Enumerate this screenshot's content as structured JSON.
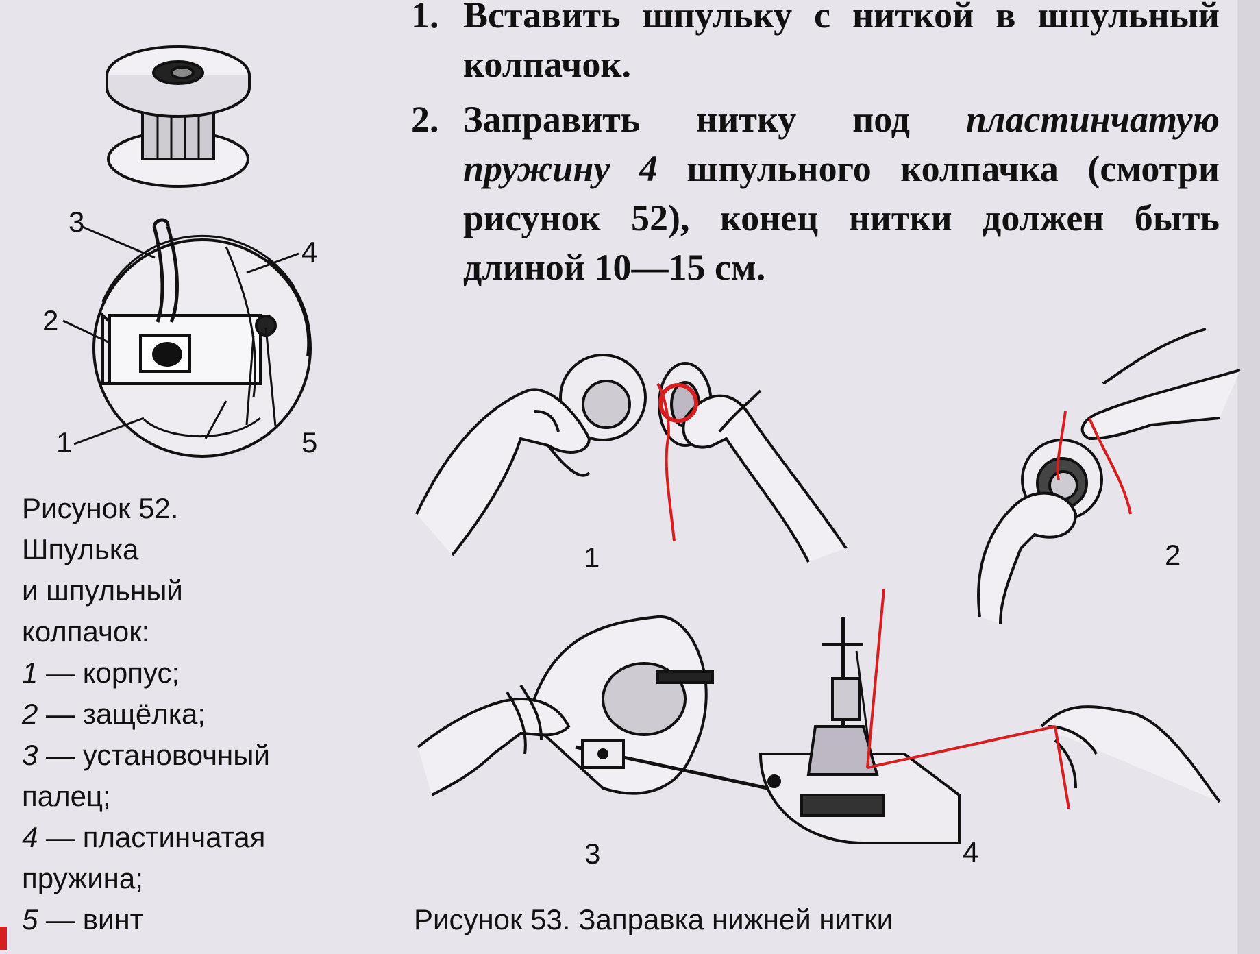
{
  "instructions": [
    {
      "number": "1.",
      "text": "Вставить шпульку с ниткой в шпульный колпачок."
    },
    {
      "number": "2.",
      "text_before": "Заправить нитку под ",
      "text_emphasis": "пластинчатую пружину 4",
      "text_after": " шпульного колпачка (смотри рисунок 52), конец нитки должен быть длиной 10—15 см."
    }
  ],
  "figure52": {
    "caption_lines": [
      "Рисунок 52.",
      "Шпулька",
      "и шпульный",
      "колпачок:"
    ],
    "legend": [
      {
        "num": "1",
        "text": " — корпус;"
      },
      {
        "num": "2",
        "text": " — защёлка;"
      },
      {
        "num": "3",
        "text": " — установочный",
        "cont": "палец;"
      },
      {
        "num": "4",
        "text": " — пластинчатая",
        "cont": "пружина;"
      },
      {
        "num": "5",
        "text": " — винт"
      }
    ],
    "callouts": [
      "1",
      "2",
      "3",
      "4",
      "5"
    ]
  },
  "figure53": {
    "caption": "Рисунок 53. Заправка нижней нитки",
    "panel_labels": [
      "1",
      "2",
      "3",
      "4"
    ]
  },
  "colors": {
    "thread": "#d81e1e",
    "ink": "#111111",
    "paper": "#e7e4ec"
  }
}
